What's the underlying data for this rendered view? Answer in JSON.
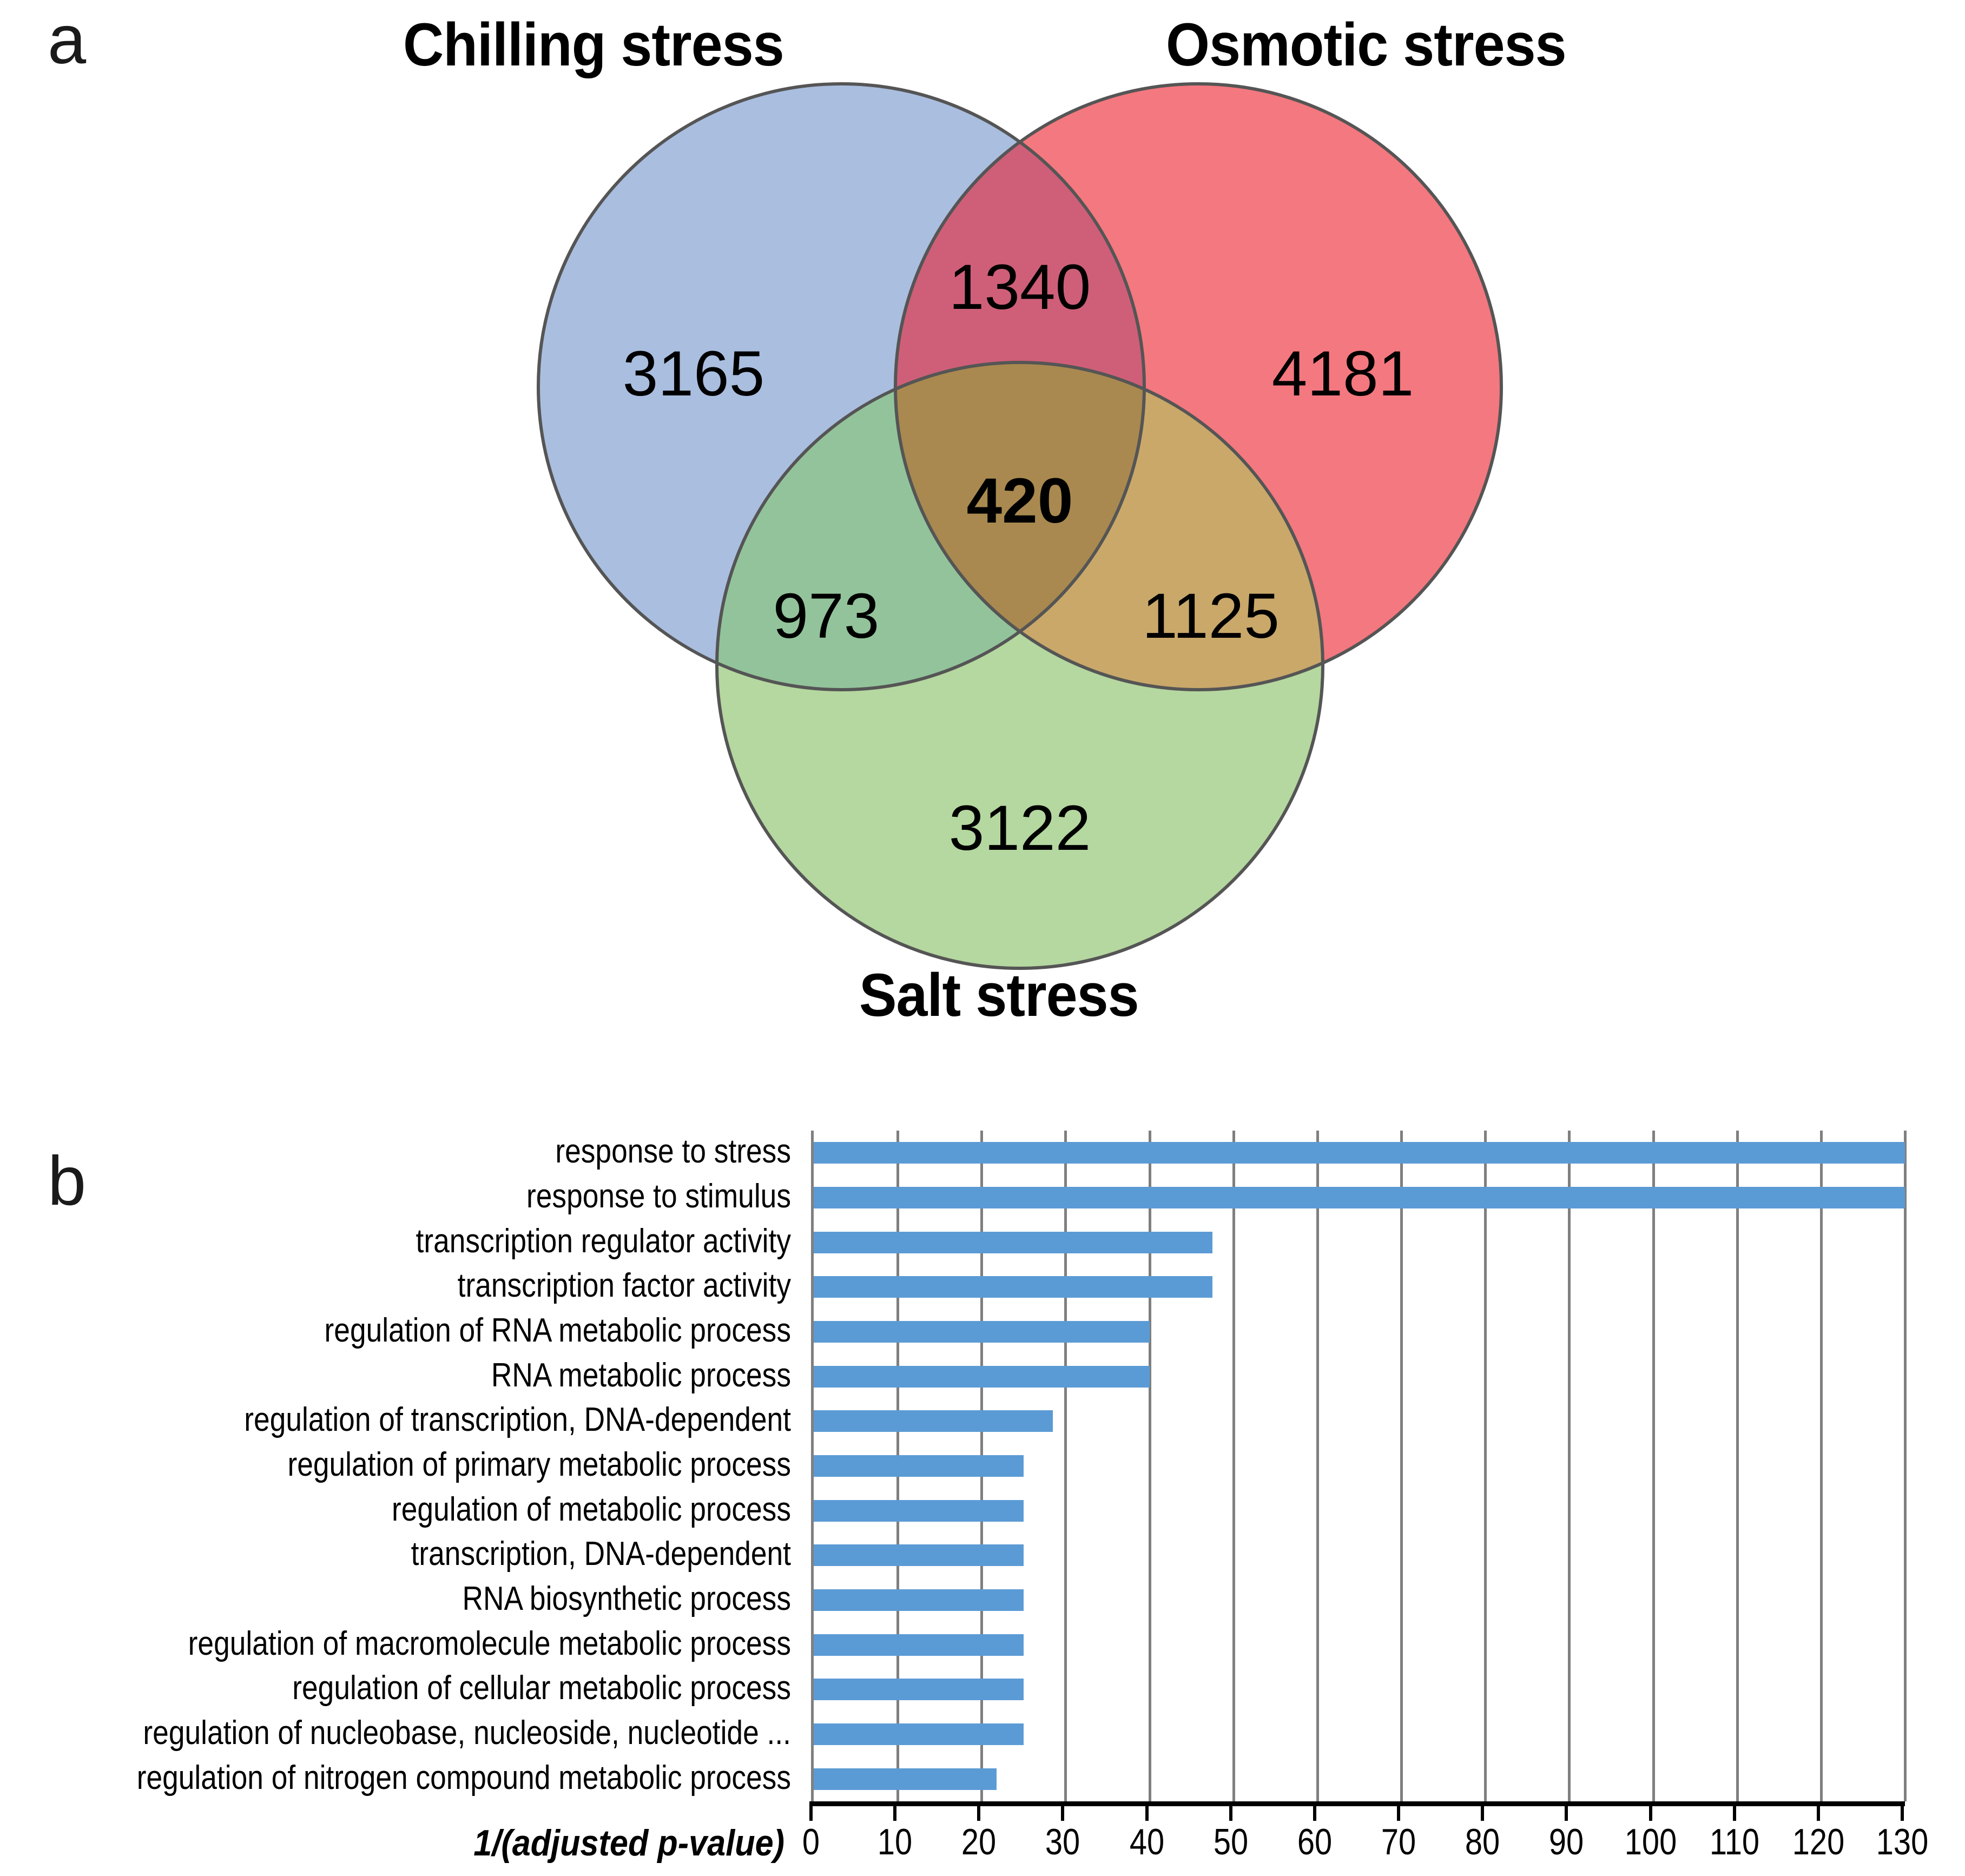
{
  "figure": {
    "panel_a_letter": "a",
    "panel_b_letter": "b"
  },
  "venn": {
    "titles": {
      "chilling": "Chilling stress",
      "osmotic": "Osmotic stress",
      "salt": "Salt stress"
    },
    "colors": {
      "chilling_fill": "#aabedf",
      "osmotic_fill": "#f4787f",
      "salt_fill": "#b5d7a0",
      "outline": "#555555"
    },
    "regions": {
      "chilling_only": "3165",
      "osmotic_only": "4181",
      "salt_only": "3122",
      "chilling_osmotic": "1340",
      "chilling_salt": "973",
      "osmotic_salt": "1125",
      "all_three": "420"
    }
  },
  "chart_data": {
    "type": "bar",
    "orientation": "horizontal",
    "title": "",
    "xlabel": "1/(adjusted p-value)",
    "ylabel": "",
    "xlim": [
      0,
      130
    ],
    "xticks": [
      "0",
      "10",
      "20",
      "30",
      "40",
      "50",
      "60",
      "70",
      "80",
      "90",
      "100",
      "110",
      "120",
      "130"
    ],
    "grid": true,
    "legend": false,
    "bar_color": "#5b9bd5",
    "categories": [
      "response to stress",
      "response to stimulus",
      "transcription regulator activity",
      "transcription factor activity",
      "regulation of RNA metabolic process",
      "RNA metabolic process",
      "regulation of transcription, DNA-dependent",
      "regulation of primary metabolic process",
      "regulation of metabolic process",
      "transcription, DNA-dependent",
      "RNA biosynthetic process",
      "regulation of macromolecule metabolic process",
      "regulation of cellular metabolic process",
      "regulation of nucleobase, nucleoside, nucleotide ...",
      "regulation of nitrogen compound metabolic process"
    ],
    "values": [
      130,
      130,
      47.5,
      47.5,
      40,
      40,
      28.5,
      25,
      25,
      25,
      25,
      25,
      25,
      25,
      21.8
    ]
  }
}
